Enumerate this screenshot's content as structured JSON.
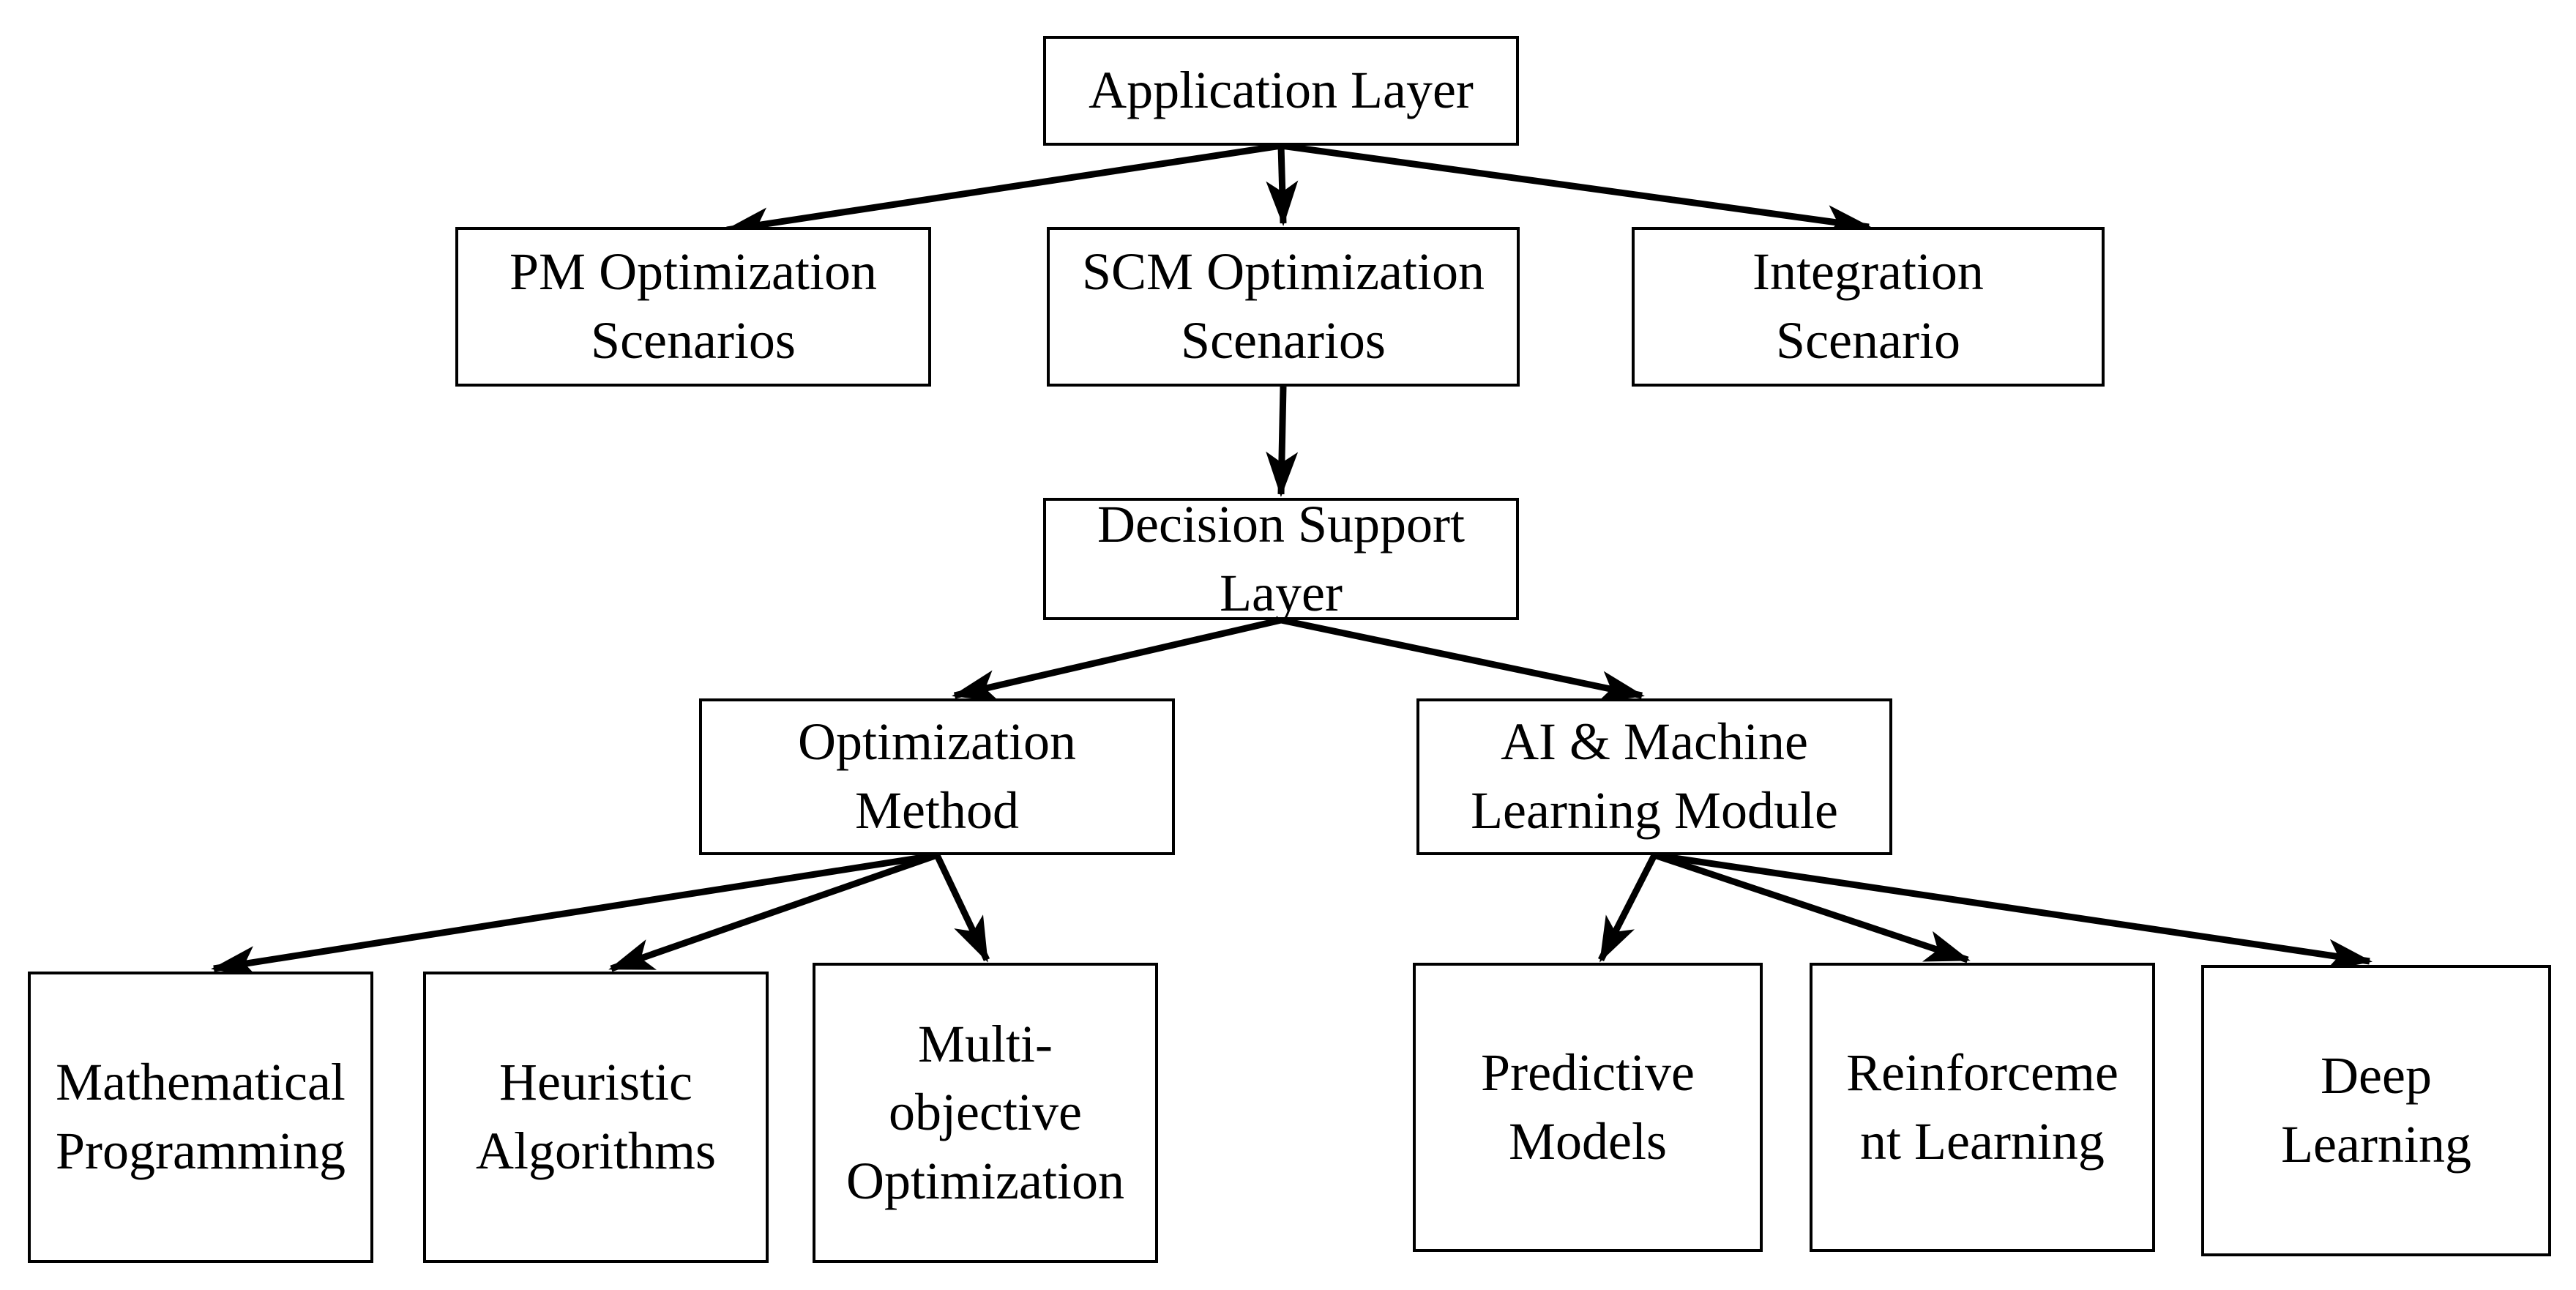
{
  "diagram": {
    "type": "flowchart",
    "nodes": [
      {
        "id": "application-layer",
        "label": "Application Layer"
      },
      {
        "id": "pm-optimization-scenarios",
        "label": "PM Optimization Scenarios"
      },
      {
        "id": "scm-optimization-scenarios",
        "label": "SCM Optimization Scenarios"
      },
      {
        "id": "integration-scenario",
        "label": "Integration Scenario"
      },
      {
        "id": "decision-support-layer",
        "label": "Decision Support Layer"
      },
      {
        "id": "optimization-method",
        "label": "Optimization Method"
      },
      {
        "id": "ai-machine-learning-module",
        "label": "AI & Machine Learning Module"
      },
      {
        "id": "mathematical-programming",
        "label": "Mathematical Programming"
      },
      {
        "id": "heuristic-algorithms",
        "label": "Heuristic Algorithms"
      },
      {
        "id": "multi-objective-optimization",
        "label": "Multi-objective Optimization"
      },
      {
        "id": "predictive-models",
        "label": "Predictive Models"
      },
      {
        "id": "reinforcement-learning",
        "label": "Reinforcement Learning"
      },
      {
        "id": "deep-learning",
        "label": "Deep Learning"
      }
    ],
    "edges": [
      {
        "from": "application-layer",
        "to": "pm-optimization-scenarios"
      },
      {
        "from": "application-layer",
        "to": "scm-optimization-scenarios"
      },
      {
        "from": "application-layer",
        "to": "integration-scenario"
      },
      {
        "from": "scm-optimization-scenarios",
        "to": "decision-support-layer"
      },
      {
        "from": "decision-support-layer",
        "to": "optimization-method"
      },
      {
        "from": "decision-support-layer",
        "to": "ai-machine-learning-module"
      },
      {
        "from": "optimization-method",
        "to": "mathematical-programming"
      },
      {
        "from": "optimization-method",
        "to": "heuristic-algorithms"
      },
      {
        "from": "optimization-method",
        "to": "multi-objective-optimization"
      },
      {
        "from": "ai-machine-learning-module",
        "to": "predictive-models"
      },
      {
        "from": "ai-machine-learning-module",
        "to": "reinforcement-learning"
      },
      {
        "from": "ai-machine-learning-module",
        "to": "deep-learning"
      }
    ]
  },
  "colors": {
    "background": "#ffffff",
    "box_fill": "#ffffff",
    "box_border": "#000000",
    "text": "#000000",
    "arrow": "#000000"
  }
}
